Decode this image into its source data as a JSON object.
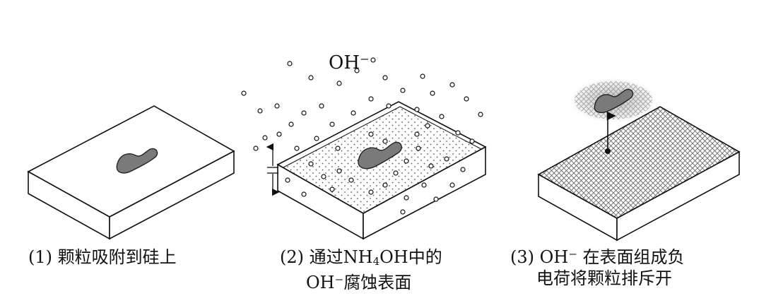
{
  "ion_label": "OH⁻",
  "panels": [
    {
      "caption": "(1) 颗粒吸附到硅上"
    },
    {
      "caption_line1_a": "(2) 通过NH",
      "caption_line1_sub": "4",
      "caption_line1_b": "OH中的",
      "caption_line2": "OH⁻腐蚀表面"
    },
    {
      "caption_line1": "(3)  OH⁻ 在表面组成负",
      "caption_line2": "电荷将颗粒排斥开"
    }
  ]
}
